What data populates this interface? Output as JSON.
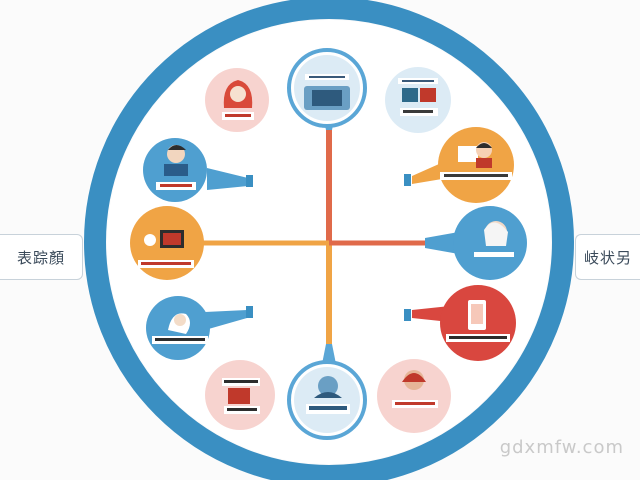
{
  "left_tab": {
    "label": "表踪顏"
  },
  "right_tab": {
    "label": "岐状另"
  },
  "watermark": "gdxmfw.com",
  "colors": {
    "ring": "#3a8fc2",
    "inner": "#ffffff",
    "orange": "#f0a445",
    "red": "#e06a4a",
    "blue_line": "#5aa6d6",
    "pink": "#f7d3cf",
    "light_blue": "#dcebf5",
    "mid_blue": "#4f9fd0",
    "crimson": "#d9473f"
  },
  "bubbles": [
    {
      "id": "top-left",
      "icon": "woman-red-hair-icon",
      "color": "#f7d3cf"
    },
    {
      "id": "top-center",
      "icon": "magnifier-laptop-icon",
      "color": "#dcebf5"
    },
    {
      "id": "top-right",
      "icon": "collage-icon",
      "color": "#dcebf5"
    },
    {
      "id": "mid-left-1",
      "icon": "man-paper-icon",
      "color": "#4f9fd0"
    },
    {
      "id": "mid-right-1",
      "icon": "person-orange-icon",
      "color": "#f0a445"
    },
    {
      "id": "mid-left-2",
      "icon": "book-reader-icon",
      "color": "#f0a445"
    },
    {
      "id": "mid-right-2",
      "icon": "woman-talking-icon",
      "color": "#4f9fd0"
    },
    {
      "id": "mid-left-3",
      "icon": "thinking-person-icon",
      "color": "#4f9fd0"
    },
    {
      "id": "mid-right-3",
      "icon": "phone-icon",
      "color": "#d9473f"
    },
    {
      "id": "bottom-left",
      "icon": "computer-icon",
      "color": "#f7d3cf"
    },
    {
      "id": "bottom-center",
      "icon": "magnifier-person-icon",
      "color": "#dcebf5"
    },
    {
      "id": "bottom-right",
      "icon": "man-orange-icon",
      "color": "#f7d3cf"
    }
  ]
}
